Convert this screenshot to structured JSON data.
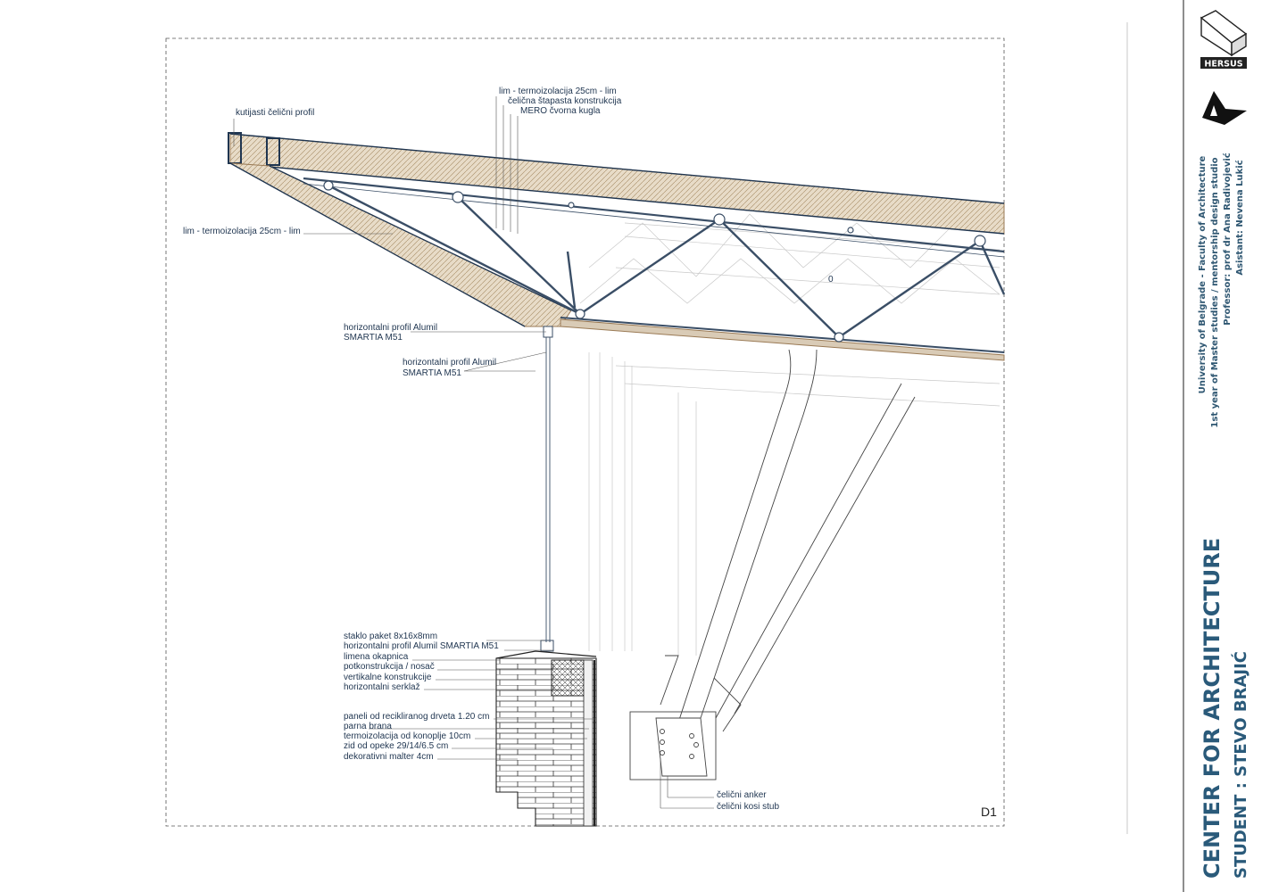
{
  "sheet": {
    "detail_id": "D1",
    "labels": {
      "roof_layers": "lim - termoizolacija 25cm - lim",
      "steel_space_frame": "čelična štapasta konstrukcija",
      "mero_node": "MERO čvorna kugla",
      "box_profile": "kutijasti čelični profil",
      "soffit_layers": "lim - termoizolacija 25cm - lim",
      "h_profile_1_line1": "horizontalni profil Alumil",
      "h_profile_1_line2": "SMARTIA M51",
      "h_profile_2_line1": "horizontalni profil Alumil",
      "h_profile_2_line2": "SMARTIA M51"
    },
    "wall_labels": [
      "staklo paket 8x16x8mm",
      "horizontalni profil Alumil SMARTIA M51",
      "limena okapnica",
      "potkonstrukcija / nosač",
      "vertikalne konstrukcije",
      "horizontalni serklaž",
      "paneli od recikliranog drveta 1.20 cm",
      "parna brana",
      "termoizolacija od konoplje 10cm",
      "zid od opeke 29/14/6.5 cm",
      "dekorativni malter 4cm"
    ],
    "column_labels": {
      "anchor": "čelični anker",
      "column": "čelični kosi stub"
    },
    "frame_node_mark": "0"
  },
  "title_block": {
    "logo_text": "HERSUS",
    "university": "University of Belgrade - Faculty of Architecture",
    "studio": "1st year of Master studies / mentorship design studio",
    "professor": "Professor: prof dr Ana Radivojević",
    "assistant": "Asistant: Nevena Lukić",
    "project_title": "CENTER FOR ARCHITECTURE",
    "student": "STUDENT : STEVO BRAJIĆ"
  },
  "colors": {
    "ink": "#1f3550",
    "accent": "#2a5a7a",
    "roof_fill": "#d9cbb6",
    "roof_edge": "#9a7a55",
    "steel": "#3a4e66"
  }
}
